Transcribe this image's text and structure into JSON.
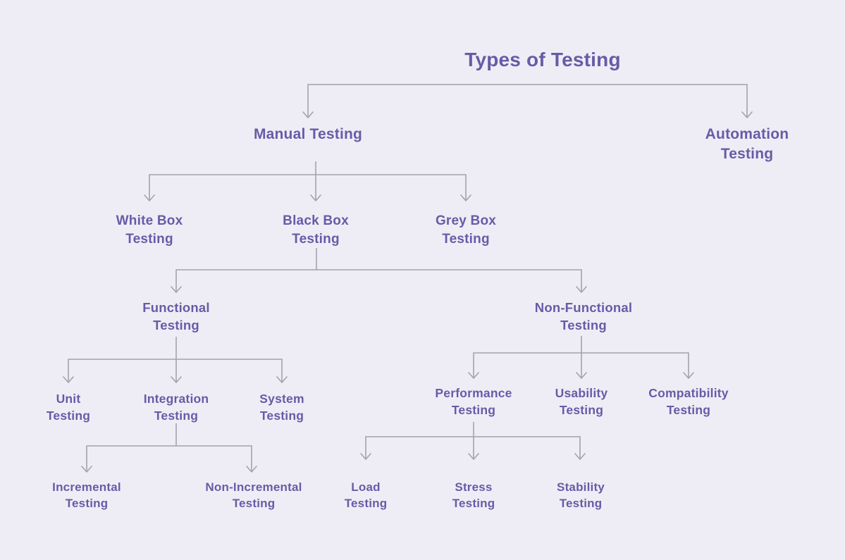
{
  "diagram": {
    "title": "Types of Testing",
    "colors": {
      "background": "#EEEDF5",
      "text": "#685BA7",
      "line": "#A3A2AD"
    },
    "nodes": {
      "manual": {
        "label": "Manual Testing"
      },
      "automation": {
        "label": "Automation Testing"
      },
      "white_box": {
        "label": "White Box Testing"
      },
      "black_box": {
        "label": "Black Box Testing"
      },
      "grey_box": {
        "label": "Grey Box Testing"
      },
      "functional": {
        "label": "Functional Testing"
      },
      "non_functional": {
        "label": "Non-Functional Testing"
      },
      "unit": {
        "label": "Unit Testing"
      },
      "integration": {
        "label": "Integration Testing"
      },
      "system": {
        "label": "System Testing"
      },
      "performance": {
        "label": "Performance Testing"
      },
      "usability": {
        "label": "Usability Testing"
      },
      "compatibility": {
        "label": "Compatibility Testing"
      },
      "incremental": {
        "label": "Incremental Testing"
      },
      "non_incremental": {
        "label": "Non-Incremental Testing"
      },
      "load": {
        "label": "Load Testing"
      },
      "stress": {
        "label": "Stress Testing"
      },
      "stability": {
        "label": "Stability Testing"
      }
    },
    "hierarchy": {
      "Types of Testing": [
        "Manual Testing",
        "Automation Testing"
      ],
      "Manual Testing": [
        "White Box Testing",
        "Black Box Testing",
        "Grey Box Testing"
      ],
      "Black Box Testing": [
        "Functional Testing",
        "Non-Functional Testing"
      ],
      "Functional Testing": [
        "Unit Testing",
        "Integration Testing",
        "System Testing"
      ],
      "Integration Testing": [
        "Incremental Testing",
        "Non-Incremental Testing"
      ],
      "Non-Functional Testing": [
        "Performance Testing",
        "Usability Testing",
        "Compatibility Testing"
      ],
      "Performance Testing": [
        "Load Testing",
        "Stress Testing",
        "Stability Testing"
      ]
    }
  }
}
